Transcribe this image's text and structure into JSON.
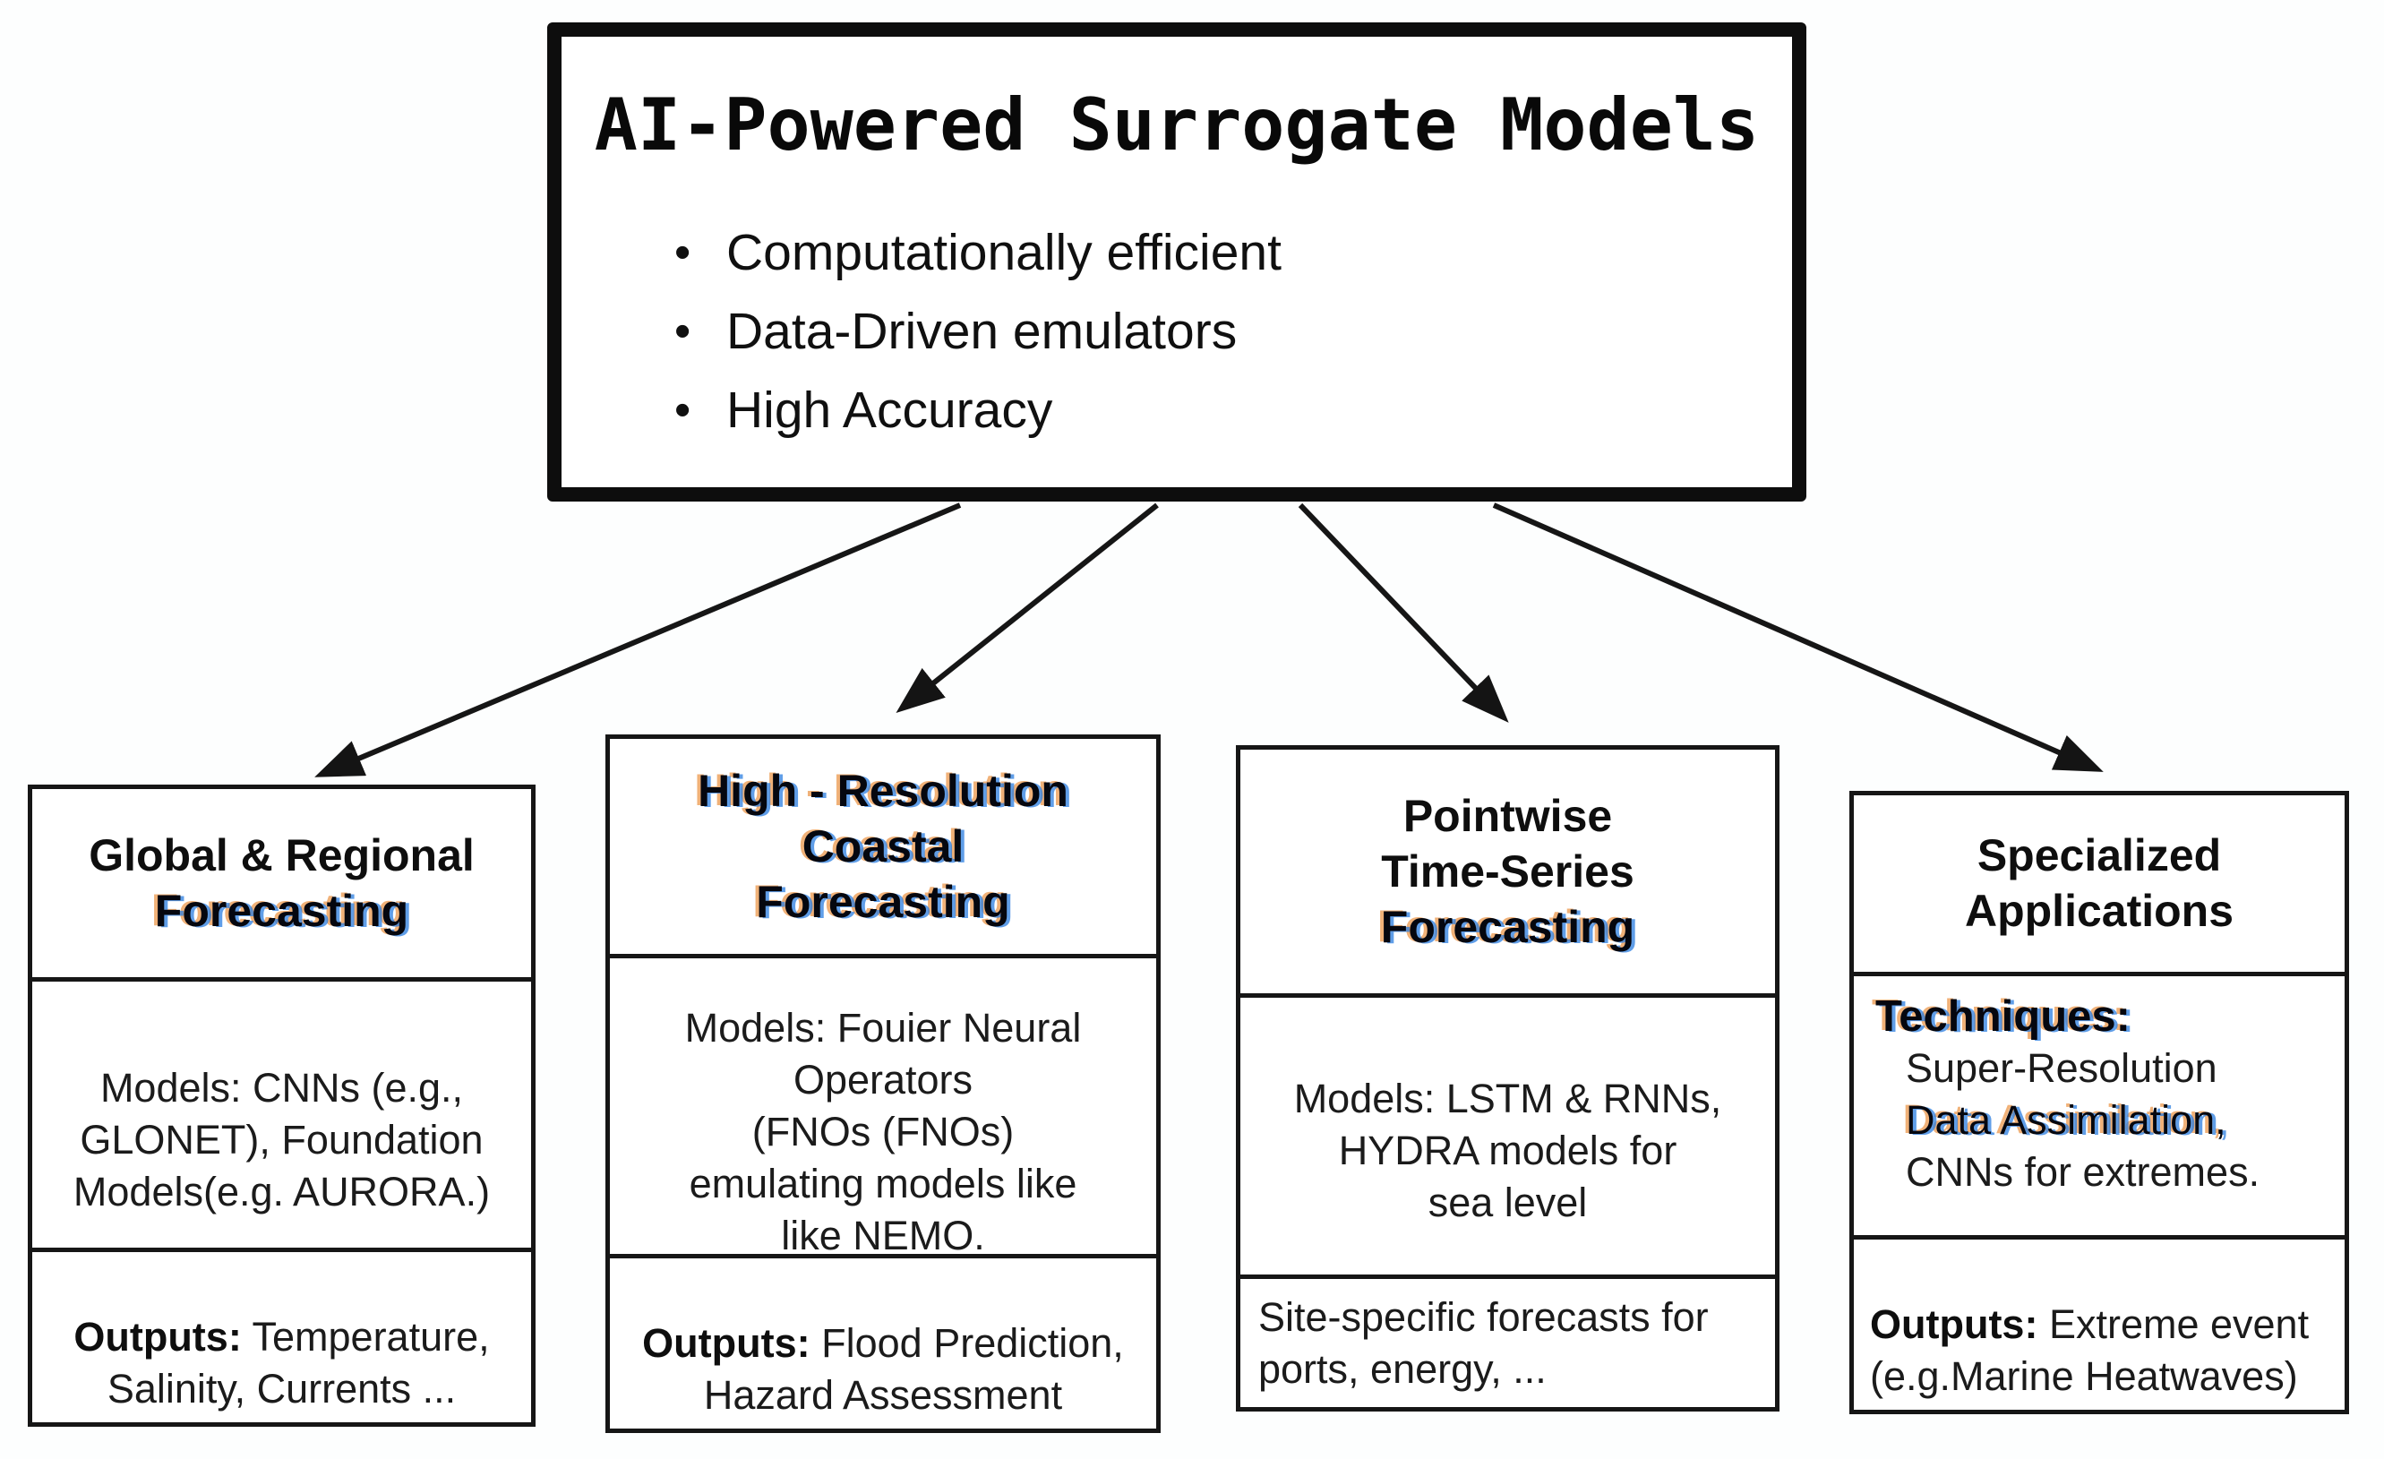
{
  "colors": {
    "ink": "#141414",
    "box_border": "#161616",
    "background": "#ffffff",
    "fringe_blue": "#2b7de0",
    "fringe_orange": "#e8872f"
  },
  "root_box": {
    "title": "AI-Powered Surrogate Models",
    "bullets": [
      "Computationally efficient",
      "Data-Driven emulators",
      "High Accuracy"
    ]
  },
  "branches": [
    {
      "id": "global-regional-forecasting",
      "header": {
        "line1": "Global & Regional",
        "line2": "Forecasting"
      },
      "models": {
        "label": "Models:",
        "text": " CNNs (e.g.,\nGLONET), Foundation\nModels(e.g. AURORA.)"
      },
      "outputs": {
        "label": "Outputs:",
        "text": " Temperature,\nSalinity, Currents ..."
      }
    },
    {
      "id": "high-resolution-coastal-forecasting",
      "header": {
        "line1": "High - Resolution",
        "line2": "Coastal",
        "line3": "Forecasting"
      },
      "models": {
        "label": "Models:",
        "text": " Fouier Neural\nOperators\n(FNOs (FNOs)\nemulating models like\nlike NEMO."
      },
      "outputs": {
        "label": "Outputs:",
        "text": " Flood Prediction,\nHazard Assessment"
      }
    },
    {
      "id": "pointwise-time-series-forecasting",
      "header": {
        "line1": "Pointwise",
        "line2": "Time-Series",
        "line3": "Forecasting"
      },
      "models": {
        "label": "Models:",
        "text": " LSTM & RNNs,\nHYDRA models for\nsea level"
      },
      "site": {
        "text": "Site-specific forecasts for\nports, energy, ..."
      }
    },
    {
      "id": "specialized-applications",
      "header": {
        "line1": "Specialized",
        "line2": "Applications"
      },
      "techniques": {
        "label": "Techniques:",
        "line1": "Super-Resolution",
        "line2": "Data Assimilation,",
        "line3": "CNNs for extremes."
      },
      "outputs": {
        "label": "Outputs:",
        "text": " Extreme event\n(e.g.Marine Heatwaves)"
      }
    }
  ]
}
